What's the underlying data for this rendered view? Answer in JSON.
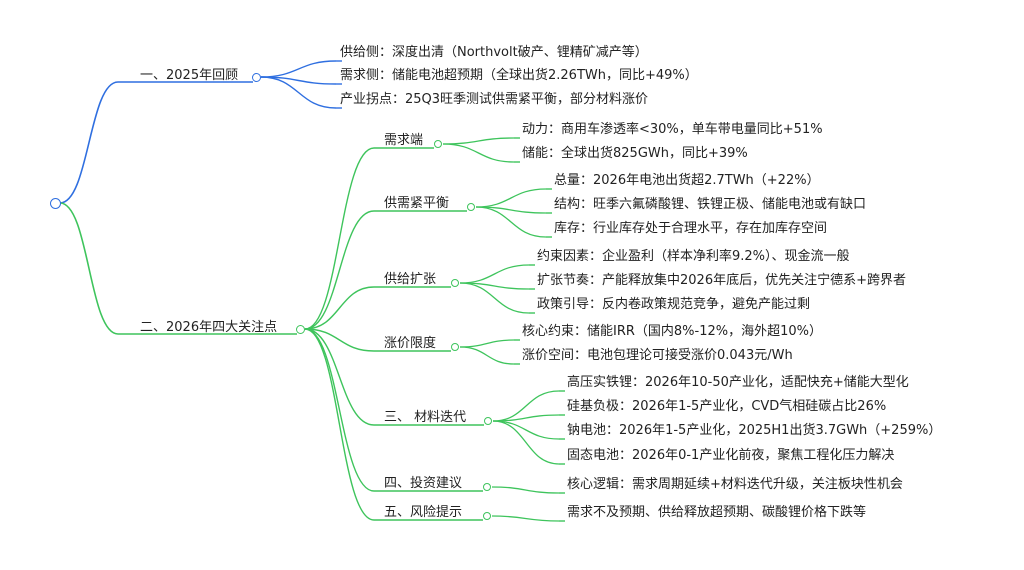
{
  "root": {},
  "branch1": {
    "label": "一、2025年回顾",
    "color": "#2f6fe0",
    "children": [
      "供给侧：深度出清（Northvolt破产、锂精矿减产等）",
      "需求侧：储能电池超预期（全球出货2.26TWh，同比+49%）",
      "产业拐点：25Q3旺季测试供需紧平衡，部分材料涨价"
    ]
  },
  "branch2": {
    "label": "二、2026年四大关注点",
    "color": "#3ec45c",
    "groups": [
      {
        "label": "需求端",
        "items": [
          "动力：商用车渗透率<30%，单车带电量同比+51%",
          "储能：全球出货825GWh，同比+39%"
        ]
      },
      {
        "label": "供需紧平衡",
        "items": [
          "总量：2026年电池出货超2.7TWh（+22%）",
          "结构：旺季六氟磷酸锂、铁锂正极、储能电池或有缺口",
          "库存：行业库存处于合理水平，存在加库存空间"
        ]
      },
      {
        "label": "供给扩张",
        "items": [
          "约束因素：企业盈利（样本净利率9.2%）、现金流一般",
          "扩张节奏：产能释放集中2026年底后，优先关注宁德系+跨界者",
          "政策引导：反内卷政策规范竞争，避免产能过剩"
        ]
      },
      {
        "label": "涨价限度",
        "items": [
          "核心约束：储能IRR（国内8%-12%，海外超10%）",
          "涨价空间：电池包理论可接受涨价0.043元/Wh"
        ]
      },
      {
        "label": "三、 材料迭代",
        "items": [
          "高压实铁锂：2026年10-50产业化，适配快充+储能大型化",
          "硅基负极：2026年1-5产业化，CVD气相硅碳占比26%",
          "钠电池：2026年1-5产业化，2025H1出货3.7GWh（+259%）",
          "固态电池：2026年0-1产业化前夜，聚焦工程化压力解决"
        ]
      },
      {
        "label": "四、投资建议",
        "items": [
          "核心逻辑：需求周期延续+材料迭代升级，关注板块性机会"
        ]
      },
      {
        "label": "五、风险提示",
        "items": [
          "需求不及预期、供给释放超预期、碳酸锂价格下跌等"
        ]
      }
    ]
  }
}
